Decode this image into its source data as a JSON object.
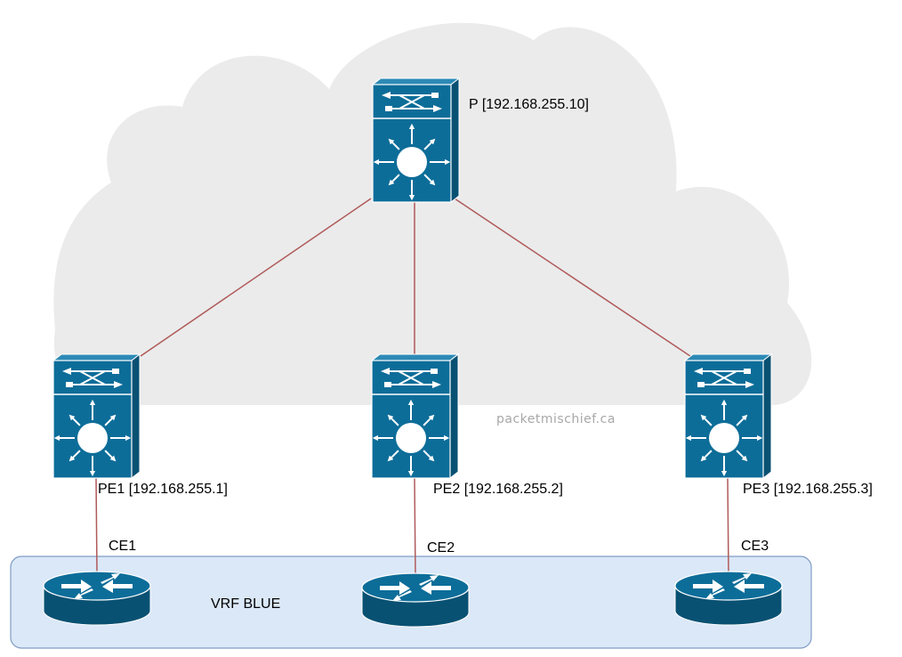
{
  "colors": {
    "cloud": "#ebebeb",
    "device_front": "#0d6d99",
    "device_top": "#2d8ab5",
    "device_side": "#095173",
    "device_stroke": "#ffffff",
    "link": "#b05a5a",
    "vrf_fill": "#dbe8f8",
    "vrf_stroke": "#7f9cc4"
  },
  "watermark": "packetmischief.ca",
  "vrf": {
    "label": "VRF BLUE"
  },
  "nodes": [
    {
      "id": "P",
      "kind": "switch",
      "label": "P [192.168.255.10]"
    },
    {
      "id": "PE1",
      "kind": "switch",
      "label": "PE1 [192.168.255.1]"
    },
    {
      "id": "PE2",
      "kind": "switch",
      "label": "PE2 [192.168.255.2]"
    },
    {
      "id": "PE3",
      "kind": "switch",
      "label": "PE3 [192.168.255.3]"
    },
    {
      "id": "CE1",
      "kind": "router",
      "label": "CE1"
    },
    {
      "id": "CE2",
      "kind": "router",
      "label": "CE2"
    },
    {
      "id": "CE3",
      "kind": "router",
      "label": "CE3"
    }
  ],
  "links": [
    {
      "from": "P",
      "to": "PE1"
    },
    {
      "from": "P",
      "to": "PE2"
    },
    {
      "from": "P",
      "to": "PE3"
    },
    {
      "from": "PE1",
      "to": "CE1"
    },
    {
      "from": "PE2",
      "to": "CE2"
    },
    {
      "from": "PE3",
      "to": "CE3"
    }
  ],
  "icons": {
    "switch": "layer3-switch-icon",
    "router": "router-icon"
  }
}
